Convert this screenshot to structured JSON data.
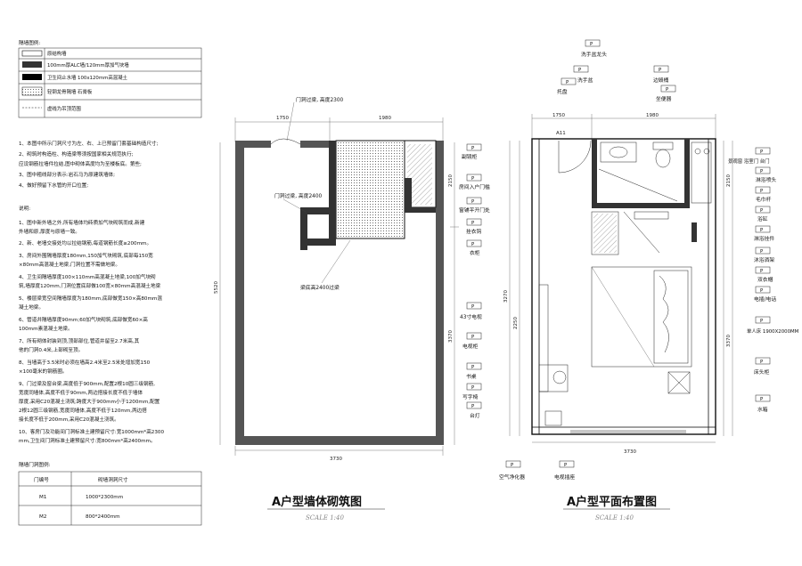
{
  "legend": {
    "title": "隔墙图例:",
    "rows": [
      "原结构墙",
      "100mm厚ALC墙/120mm厚加气块墙",
      "卫生间止水墙 100x120mm高混凝土",
      "轻钢龙骨隔墙 石膏板",
      "虚线为吊顶范围"
    ]
  },
  "notes": [
    "1、本图中所示门洞尺寸为左、右、上已预留门套基础构造尺寸;",
    "2、砌筑时构造柱、构造梁等须按国家相关规范执行;",
    "   应设钢筋拉墙件拉结,图中砌体高度均为至楼板底。第些;",
    "3、图中粗线部分表示:岩石马为原建筑墙体;",
    "4、做好预留下水管的开口位置;"
  ],
  "explain_title": "说明:",
  "explain": [
    "1、图中新外墙之外,所有墙体均砖质加气块砌筑而成,新建",
    "   外墙和原,厚度与原墙一致。",
    "2、新、老墙交接处均以拉结钢筋,每道钢筋长度≥200mm。",
    "3、房间外围隔墙厚度180mm,150加气块砌筑,底部每150宽",
    "   ×80mm高混凝土地梁,门洞位置不需做地梁。",
    "4、卫生间隔墙厚度100×110mm高混凝土地梁,100加气块砌",
    "   筑,墙厚度120mm,门洞位置底部做100宽×80mm高混凝土地梁",
    "5、楼层梁宽空间隔墙厚度为180mm,底部做宽150×高80mm混",
    "   凝土地梁。",
    "6、管道井隔墙厚度90mm;60加气块砌筑,底部做宽60×高",
    "   100mm素混凝土地梁。",
    "7、所有砌体封装到顶,顶部部位,管道井留至2.7米高,其",
    "   他的门洞0.4米,上部砌至顶。",
    "8、当墙高于3.5米时必须在墙高2.4米至2.5米处增加宽150",
    "   ×100毫米的钢筋圈。",
    "9、门过梁及窗台梁,高度低于900mm,配置2根10圆三级钢筋,",
    "   宽度同墙体,高度不低于90mm,两边搭接长度不低于墙体",
    "   厚度,采用C20混凝土浇筑;跨度大于900mm小于1200mm,配置",
    "   2根12圆三级钢筋,宽度同墙体,高度不低于120mm,两边搭",
    "   接长度不低于200mm,采用C20混凝土浇筑。",
    "10、客房门及功能间门洞标准土建预留尺寸:宽1000mm*高2300",
    "    mm,卫生间门洞标准土建预留尺寸:宽800mm*高2400mm。"
  ],
  "door_table": {
    "title": "隔墙门洞图例:",
    "headers": [
      "门编号",
      "砌墙洞洞尺寸"
    ],
    "rows": [
      [
        "M1",
        "1000*2300mm"
      ],
      [
        "M2",
        "800*2400mm"
      ]
    ]
  },
  "plan_left": {
    "title": "A户型墙体砌筑图",
    "scale": "SCALE 1:40",
    "dims": {
      "top_a": "1750",
      "top_b": "1980",
      "left": "5520",
      "right_upper": "2150",
      "right_lower": "3370",
      "bottom": "3730"
    },
    "annotations": [
      "门洞过梁, 高度2300",
      "门洞过梁, 高度2400",
      "梁底高2400过梁"
    ]
  },
  "plan_right": {
    "title": "A户型平面布置图",
    "scale": "SCALE 1:40",
    "dims": {
      "top_a": "1750",
      "top_b": "1980",
      "left_a": "2250",
      "left_b": "3270",
      "right_a": "2150",
      "right_b": "3370",
      "bottom": "3730"
    },
    "door_tag": "A11",
    "top_labels": [
      "洗手盆龙头",
      "洗手盆",
      "边毁桶",
      "托盘",
      "坐便器"
    ],
    "left_labels": [
      "副镜柜",
      "房间入户门槛",
      "窗铺平开门处",
      "挂衣钩",
      "衣柜",
      "43寸电视",
      "电视柜",
      "书桌",
      "写字椅",
      "台灯"
    ],
    "right_labels": [
      "景观窗 浴室门 台门",
      "淋浴喷头",
      "毛巾杆",
      "浴缸",
      "淋浴挂件",
      "沐浴洒架",
      "双衣帽",
      "电插/电话",
      "单人床 1900X2000MM",
      "床头柜",
      "水箱"
    ],
    "bottom_labels": [
      "空气净化器",
      "电视插座"
    ],
    "tag_text": "P"
  }
}
